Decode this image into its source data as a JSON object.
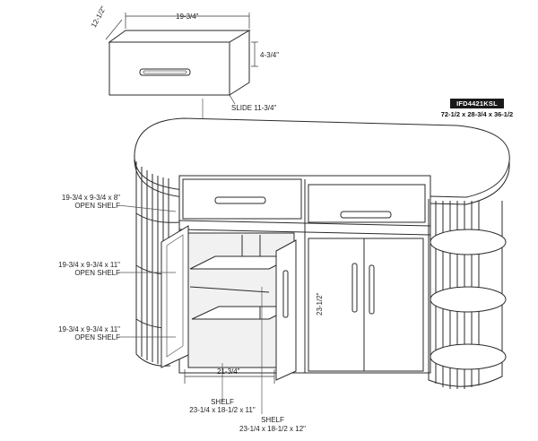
{
  "model": {
    "code": "IFD4421KSL",
    "overall_size": "72-1/2 x 28-3/4 x 36-1/2"
  },
  "drawer": {
    "width": "19-3/4\"",
    "depth": "12-1/2\"",
    "height": "4-3/4\"",
    "slide": "SLIDE 11-3/4\""
  },
  "left_shelves": [
    {
      "size": "19-3/4 x 9-3/4 x 8\"",
      "label": "OPEN SHELF"
    },
    {
      "size": "19-3/4 x 9-3/4 x 11\"",
      "label": "OPEN SHELF"
    },
    {
      "size": "19-3/4 x 9-3/4 x 11\"",
      "label": "OPEN SHELF"
    }
  ],
  "cabinet": {
    "interior_width": "21-3/4\"",
    "interior_height": "23-1/2\"",
    "shelf_a_label": "SHELF",
    "shelf_a_size": "23-1/4 x 18-1/2 x 11\"",
    "shelf_b_label": "SHELF",
    "shelf_b_size": "23-1/4 x 18-1/2 x 12\""
  }
}
